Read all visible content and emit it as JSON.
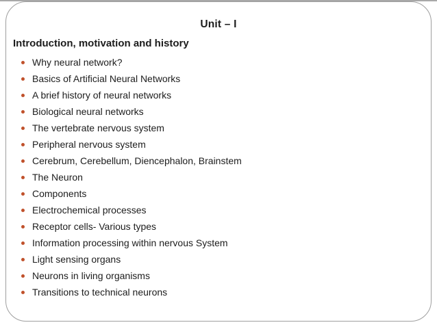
{
  "colors": {
    "bullet": "#C0512B",
    "text": "#1c1c1c",
    "border": "#9e9e9e",
    "background": "#ffffff"
  },
  "slide": {
    "title": "Unit – I",
    "heading": "Introduction, motivation and history",
    "bullets": [
      "Why neural network?",
      "Basics of Artificial Neural Networks",
      "A brief history of neural networks",
      "Biological neural networks",
      "The vertebrate nervous system",
      "Peripheral nervous system",
      "Cerebrum, Cerebellum, Diencephalon, Brainstem",
      "The Neuron",
      "Components",
      "Electrochemical processes",
      "Receptor cells- Various types",
      "Information processing within nervous System",
      "Light sensing organs",
      "Neurons in living organisms",
      "Transitions to technical neurons"
    ]
  }
}
